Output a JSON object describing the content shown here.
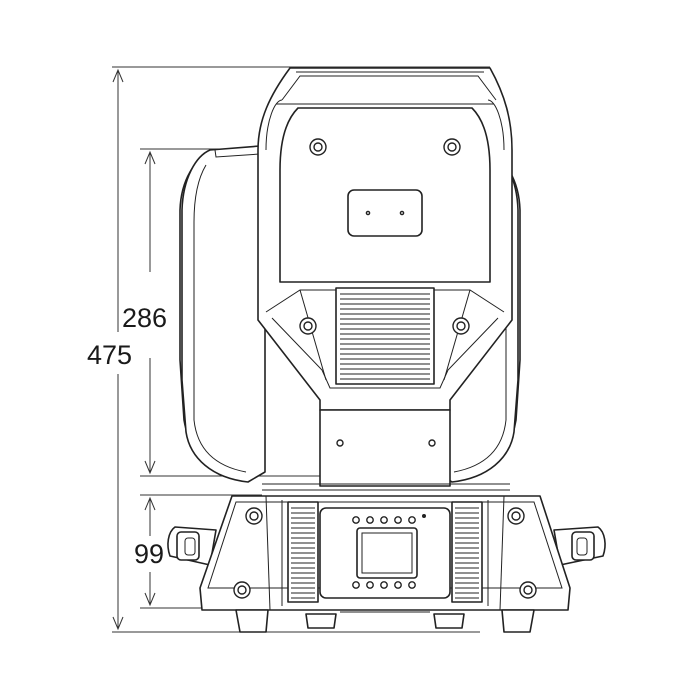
{
  "dimensions": {
    "total_height": "475",
    "yoke_height": "286",
    "base_height": "99"
  },
  "colors": {
    "line": "#222222",
    "background": "#ffffff"
  }
}
